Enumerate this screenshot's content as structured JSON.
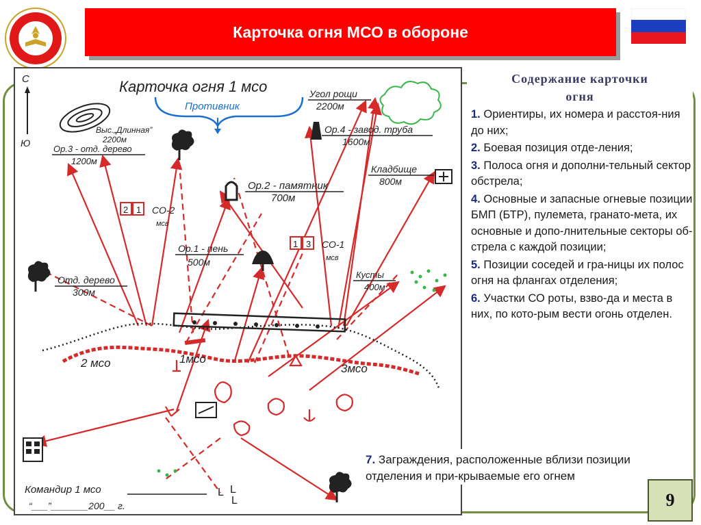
{
  "header": {
    "title": "Карточка огня МСО в обороне"
  },
  "card": {
    "title": "Карточка огня 1 мсо",
    "north": "С",
    "south": "Ю",
    "enemy": "Противник",
    "landmarks": {
      "height": [
        "Выс.„Длинная”",
        "2200м"
      ],
      "or3": [
        "Ор.3 - отд. дерево",
        "1200м"
      ],
      "corner": [
        "Угол рощи",
        "2200м"
      ],
      "or4": [
        "Ор.4 - завод. труба",
        "1600м"
      ],
      "cemetery": [
        "Кладбище",
        "800м"
      ],
      "or2": [
        "Ор.2 - памятник",
        "700м"
      ],
      "or1": [
        "Ор.1 - пень",
        "500м"
      ],
      "tree": [
        "Отд. дерево",
        "300м"
      ],
      "bushes": [
        "Кусты",
        "400м"
      ]
    },
    "co2": {
      "num1": "2",
      "num2": "1",
      "label": "СО-2",
      "sub": "мсв"
    },
    "co1": {
      "num1": "1",
      "num2": "3",
      "label": "СО-1",
      "sub": "мсв"
    },
    "units": {
      "left": "2 мсо",
      "center": "1мсо",
      "right": "3мсо"
    },
    "signature": [
      "Командир 1 мсо",
      "“___”_______200__ г."
    ]
  },
  "side": {
    "heading": [
      "Содержание карточки",
      "огня"
    ],
    "items": [
      {
        "num": "1.",
        "text": "Ориентиры, их номера и расстоя-ния до них;"
      },
      {
        "num": "2.",
        "text": "Боевая позиция отде-ления;"
      },
      {
        "num": "3.",
        "text": "Полоса огня и дополни-тельный сектор обстрела;"
      },
      {
        "num": "4.",
        "text": "Основные и запасные огневые позиции БМП (БТР), пулемета, гранато-мета, их основные и допо-лнительные секторы об-стрела с каждой позиции;"
      },
      {
        "num": "5.",
        "text": "Позиции соседей и гра-ницы их полос огня на флангах отделения;"
      },
      {
        "num": "6.",
        "text": "Участки СО роты, взво-да и места в них, по кото-рым вести огонь отделен."
      }
    ],
    "item7": {
      "num": "7.",
      "text": "Заграждения, расположенные вблизи позиции отделения и при-крываемые его огнем"
    }
  },
  "page_number": "9",
  "colors": {
    "accent": "#ff0000",
    "fire_line": "#d42a2a",
    "frame": "#6f8f3f",
    "badge": "#d7e0b7"
  }
}
